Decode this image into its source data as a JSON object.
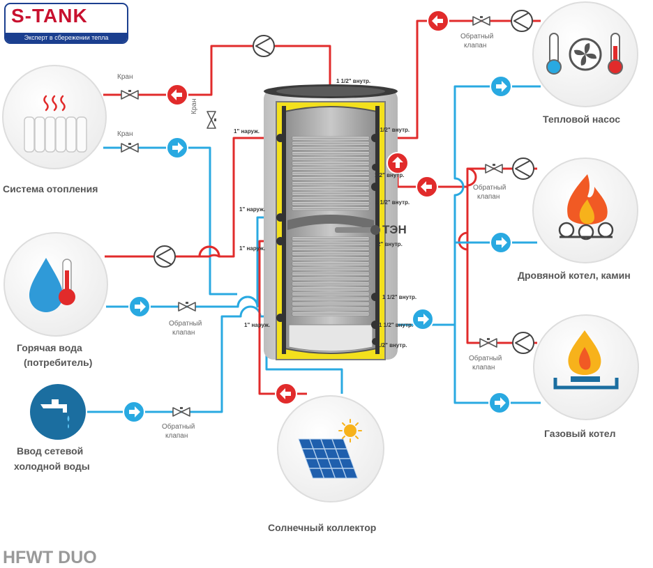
{
  "brand": {
    "name": "S-TANK",
    "tagline": "Эксперт в сбережении тепла",
    "colors": {
      "brand_red": "#c8102e",
      "brand_blue": "#1b3f8f"
    }
  },
  "model": "HFWT DUO",
  "colors": {
    "hot": "#e12b2b",
    "cold": "#29a9e1",
    "insulation": "#f3e01d",
    "tank": "#cfcfcf"
  },
  "nodes": {
    "heating": {
      "label": "Система отопления",
      "icon": "radiator-icon"
    },
    "hot_water": {
      "label": "Горячая вода",
      "label2": "(потребитель)",
      "icon": "water-drop-thermometer-icon"
    },
    "cold_inlet": {
      "label": "Ввод  сетевой",
      "label2": "холодной воды",
      "icon": "water-tap-icon"
    },
    "heat_pump": {
      "label": "Тепловой насос",
      "icon": "heat-pump-icon"
    },
    "wood_boiler": {
      "label": "Дровяной котел, камин",
      "icon": "firewood-icon"
    },
    "gas_boiler": {
      "label": "Газовый котел",
      "icon": "gas-burner-icon"
    },
    "solar": {
      "label": "Солнечный коллектор",
      "icon": "solar-panel-icon"
    }
  },
  "valves": {
    "kran": "Кран",
    "check_line1": "Обратный",
    "check_line2": "клапан"
  },
  "element": {
    "ten": "ТЭН"
  },
  "connections": {
    "c112_top": "1 1/2\" внутр.",
    "c1_out_1": "1\" наруж.",
    "c112_r1": "1 1/2\" внутр.",
    "c12_r1": "1/2\" внутр.",
    "c112_r2": "1 1/2\" внутр.",
    "c1_out_2": "1\" наруж.",
    "c1_out_3": "1\" наруж.",
    "c2_in": "2\" внутр.",
    "c112_r3": "1 1/2\" внутр.",
    "c1_out_4": "1\" наруж.",
    "c112_r4": "1 1/2\" внутр.",
    "c12_r2": "1/2\" внутр."
  }
}
